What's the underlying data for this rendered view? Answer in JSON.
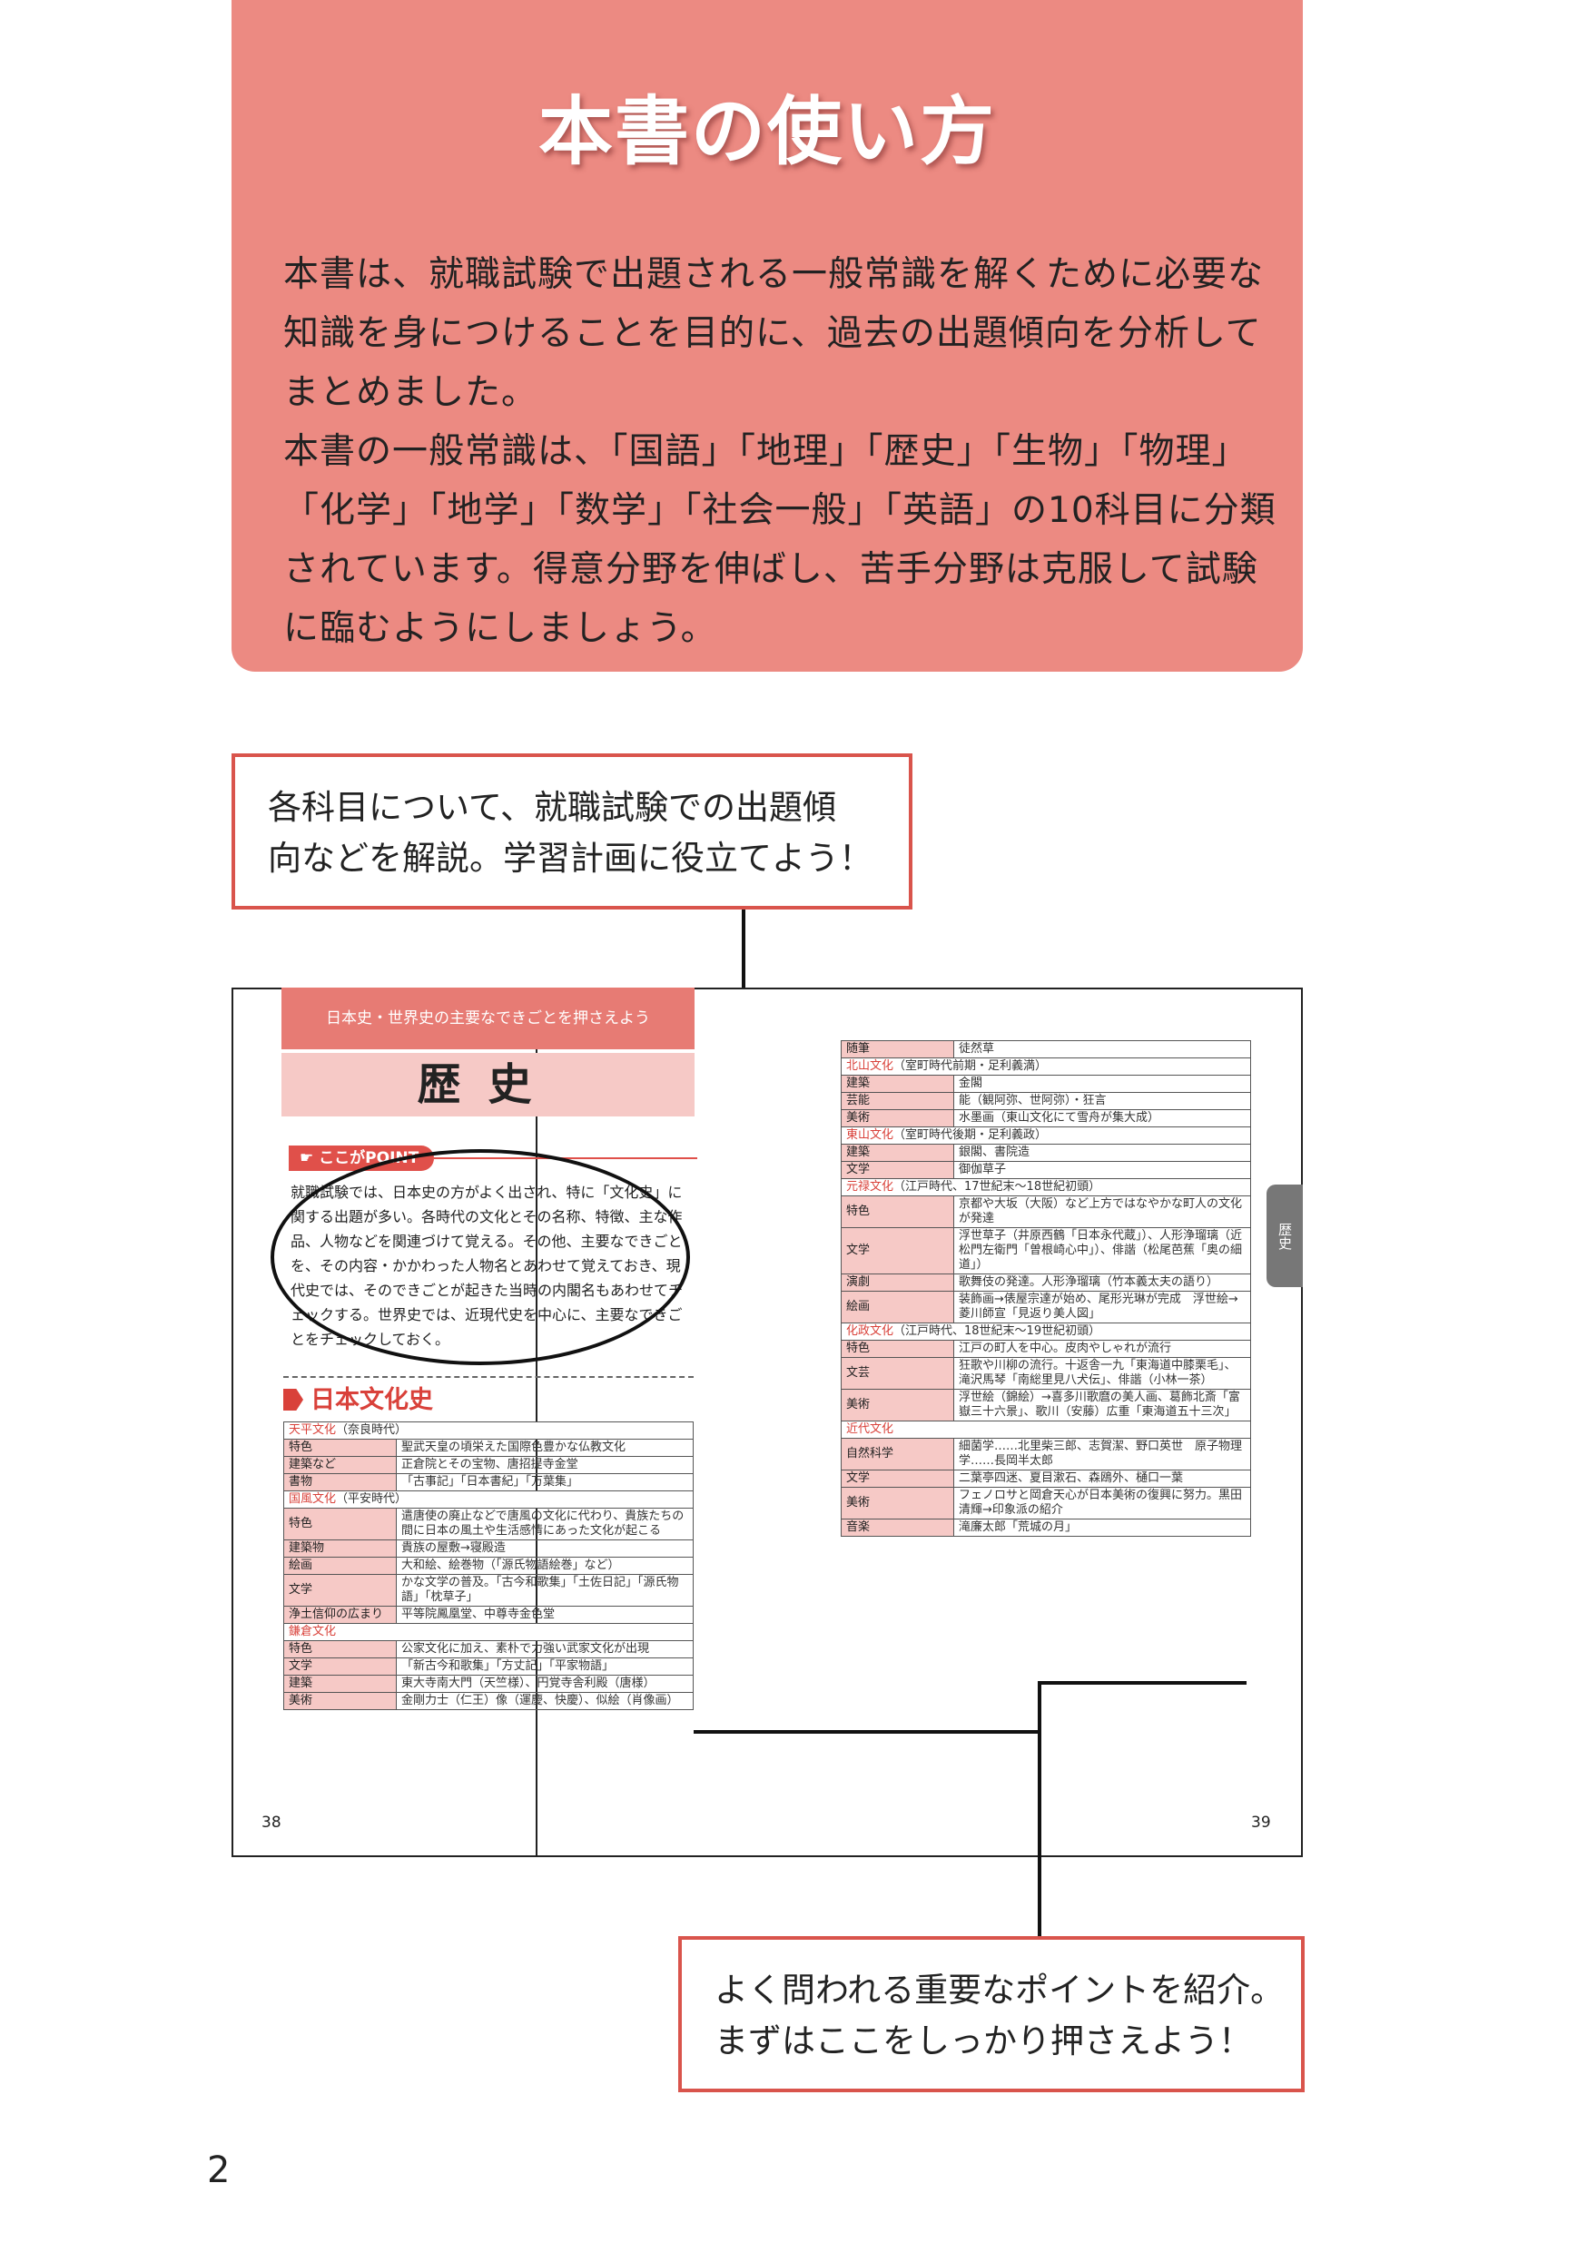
{
  "intro": {
    "title": "本書の使い方",
    "lines": [
      "本書は、就職試験で出題される一般常識を解くために必要な",
      "知識を身につけることを目的に、過去の出題傾向を分析して",
      "まとめました。",
      "本書の一般常識は、「国語」「地理」「歴史」「生物」「物理」",
      "「化学」「地学」「数学」「社会一般」「英語」の10科目に分類",
      "されています。得意分野を伸ばし、苦手分野は克服して試験",
      "に臨むようにしましょう。"
    ]
  },
  "callouts": {
    "top": [
      "各科目について、就職試験での出題傾",
      "向などを解説。学習計画に役立てよう！"
    ],
    "bottom": [
      "よく問われる重要なポイントを紹介。",
      "まずはここをしっかり押さえよう！"
    ]
  },
  "spread": {
    "banner": "日本史・世界史の主要なできごとを押さえよう",
    "title": "歴史",
    "point_label": "ここがPOINT",
    "point_text": "就職試験では、日本史の方がよく出され、特に「文化史」に関する出題が多い。各時代の文化とその名称、特徴、主な作品、人物などを関連づけて覚える。その他、主要なできごとを、その内容・かかわった人物名とあわせて覚えておき、現代史では、そのできごとが起きた当時の内閣名もあわせてチェックする。世界史では、近現代史を中心に、主要なできごとをチェックしておく。",
    "section_heading": "日本文化史",
    "left_table": [
      {
        "era": "天平文化",
        "note": "（奈良時代）"
      },
      {
        "k": "特色",
        "v": "聖武天皇の頃栄えた国際色豊かな仏教文化"
      },
      {
        "k": "建築など",
        "v": "正倉院とその宝物、唐招提寺金堂"
      },
      {
        "k": "書物",
        "v": "「古事記」「日本書紀」「万葉集」"
      },
      {
        "era": "国風文化",
        "note": "（平安時代）"
      },
      {
        "k": "特色",
        "v": "遣唐使の廃止などで唐風の文化に代わり、貴族たちの間に日本の風土や生活感情にあった文化が起こる"
      },
      {
        "k": "建築物",
        "v": "貴族の屋敷→寝殿造"
      },
      {
        "k": "絵画",
        "v": "大和絵、絵巻物（「源氏物語絵巻」など）"
      },
      {
        "k": "文学",
        "v": "かな文学の普及。「古今和歌集」「土佐日記」「源氏物語」「枕草子」"
      },
      {
        "k": "浄土信仰の広まり",
        "v": "平等院鳳凰堂、中尊寺金色堂"
      },
      {
        "era": "鎌倉文化",
        "note": ""
      },
      {
        "k": "特色",
        "v": "公家文化に加え、素朴で力強い武家文化が出現"
      },
      {
        "k": "文学",
        "v": "「新古今和歌集」「方丈記」「平家物語」"
      },
      {
        "k": "建築",
        "v": "東大寺南大門（天竺様）、円覚寺舎利殿（唐様）"
      },
      {
        "k": "美術",
        "v": "金剛力士（仁王）像（運慶、快慶）、似絵（肖像画）"
      }
    ],
    "right_table": [
      {
        "k": "随筆",
        "v": "徒然草"
      },
      {
        "era": "北山文化",
        "note": "（室町時代前期・足利義満）"
      },
      {
        "k": "建築",
        "v": "金閣"
      },
      {
        "k": "芸能",
        "v": "能（観阿弥、世阿弥）・狂言"
      },
      {
        "k": "美術",
        "v": "水墨画（東山文化にて雪舟が集大成）"
      },
      {
        "era": "東山文化",
        "note": "（室町時代後期・足利義政）"
      },
      {
        "k": "建築",
        "v": "銀閣、書院造"
      },
      {
        "k": "文学",
        "v": "御伽草子"
      },
      {
        "era": "元禄文化",
        "note": "（江戸時代、17世紀末〜18世紀初頭）"
      },
      {
        "k": "特色",
        "v": "京都や大坂（大阪）など上方ではなやかな町人の文化が発達"
      },
      {
        "k": "文学",
        "v": "浮世草子（井原西鶴「日本永代蔵」）、人形浄瑠璃（近松門左衛門「曽根崎心中」）、俳諧（松尾芭蕉「奥の細道」）"
      },
      {
        "k": "演劇",
        "v": "歌舞伎の発達。人形浄瑠璃（竹本義太夫の語り）"
      },
      {
        "k": "絵画",
        "v": "装飾画→俵屋宗達が始め、尾形光琳が完成　浮世絵→菱川師宣「見返り美人図」"
      },
      {
        "era": "化政文化",
        "note": "（江戸時代、18世紀末〜19世紀初頭）"
      },
      {
        "k": "特色",
        "v": "江戸の町人を中心。皮肉やしゃれが流行"
      },
      {
        "k": "文芸",
        "v": "狂歌や川柳の流行。十返舎一九「東海道中膝栗毛」、滝沢馬琴「南総里見八犬伝」、俳諧（小林一茶）"
      },
      {
        "k": "美術",
        "v": "浮世絵（錦絵）→喜多川歌麿の美人画、葛飾北斎「富嶽三十六景」、歌川（安藤）広重「東海道五十三次」"
      },
      {
        "era": "近代文化",
        "note": ""
      },
      {
        "k": "自然科学",
        "v": "細菌学……北里柴三郎、志賀潔、野口英世　原子物理学……長岡半太郎"
      },
      {
        "k": "文学",
        "v": "二葉亭四迷、夏目漱石、森鴎外、樋口一葉"
      },
      {
        "k": "美術",
        "v": "フェノロサと岡倉天心が日本美術の復興に努力。黒田清輝→印象派の紹介"
      },
      {
        "k": "音楽",
        "v": "滝廉太郎「荒城の月」"
      }
    ],
    "page_left": "38",
    "page_right": "39",
    "side_tab": "歴史"
  },
  "page_number": "2",
  "colors": {
    "accent": "#ec8a82",
    "red": "#d9413a",
    "pink": "#f6c9c6"
  }
}
